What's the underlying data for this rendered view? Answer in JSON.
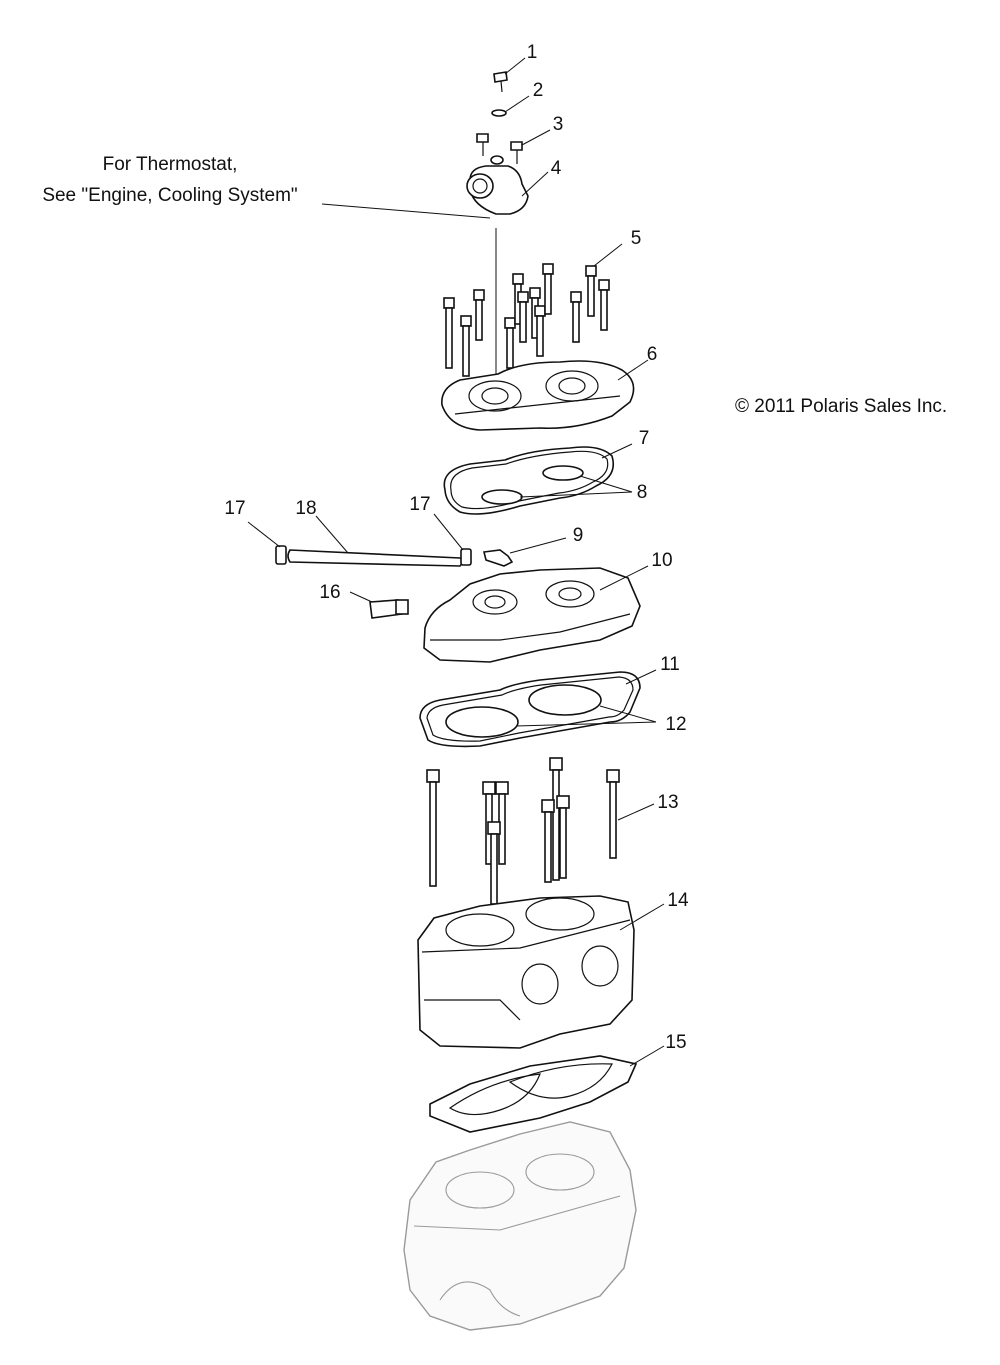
{
  "note": {
    "line1": "For Thermostat,",
    "line2": "See \"Engine, Cooling System\""
  },
  "copyright": "© 2011 Polaris Sales Inc.",
  "callouts": [
    "1",
    "2",
    "3",
    "4",
    "5",
    "6",
    "7",
    "8",
    "9",
    "10",
    "11",
    "12",
    "13",
    "14",
    "15",
    "16",
    "17",
    "17",
    "18"
  ]
}
